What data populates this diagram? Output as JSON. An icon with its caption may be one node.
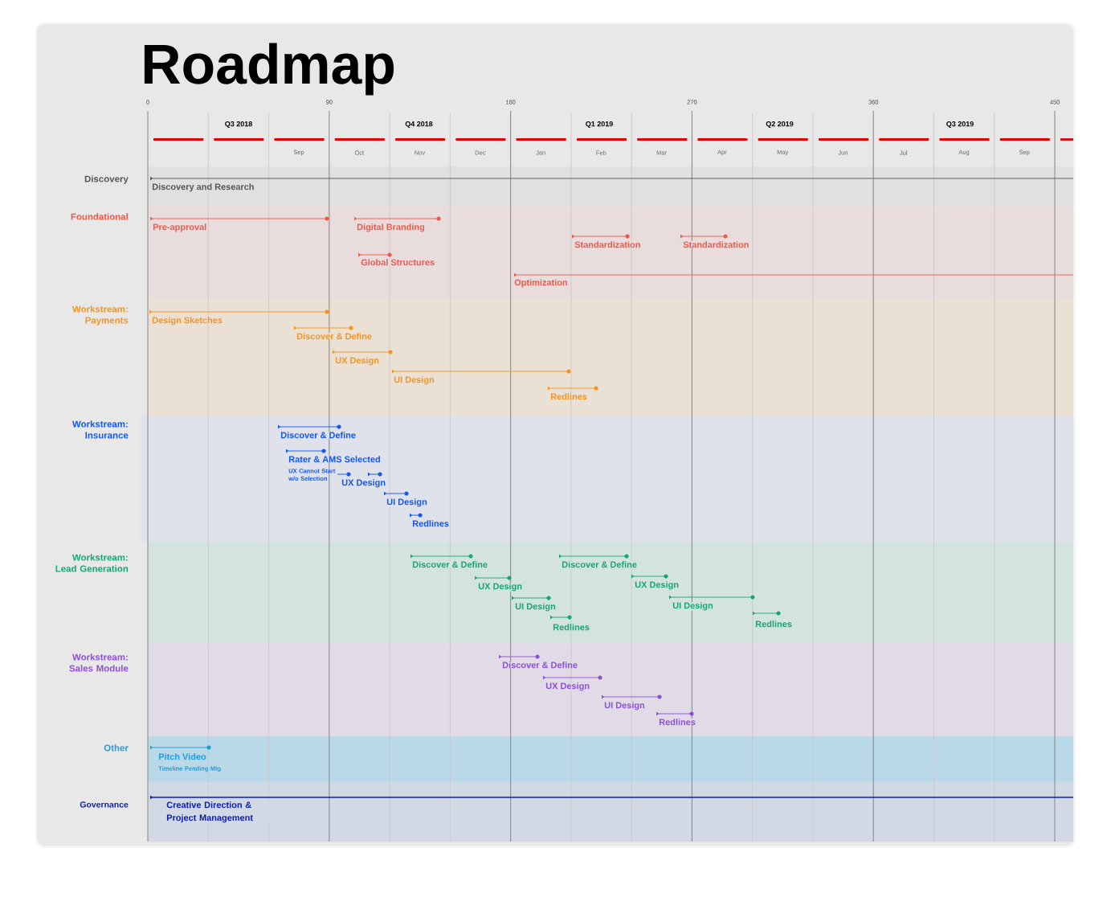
{
  "diagram": {
    "title": "Roadmap",
    "nodes": [
      {
        "text": [
          "Discovery"
        ]
      },
      {
        "text": [
          "Discovery and Research"
        ],
        "in": 0
      },
      {
        "text": [
          "Foundational"
        ]
      },
      {
        "text": [
          "Pre-approval"
        ],
        "in": 2
      },
      {
        "text": [
          "Digital Branding"
        ],
        "in": 2
      },
      {
        "text": [
          "Standardization"
        ],
        "in": 2
      },
      {
        "text": [
          "Standardization"
        ],
        "in": 2
      },
      {
        "text": [
          "Global Structures"
        ],
        "in": 2
      },
      {
        "text": [
          "Optimization"
        ],
        "in": 2
      },
      {
        "text": [
          "Workstream: Payments"
        ]
      },
      {
        "text": [
          "Design Sketches"
        ],
        "in": 9
      },
      {
        "text": [
          "Discover & Define"
        ],
        "in": 9
      },
      {
        "text": [
          "UX Design"
        ],
        "in": 9
      },
      {
        "text": [
          "UI Design"
        ],
        "in": 9
      },
      {
        "text": [
          "Redlines"
        ],
        "in": 9
      },
      {
        "text": [
          "Workstream: Insurance"
        ]
      },
      {
        "text": [
          "Discover & Define"
        ],
        "in": 15
      },
      {
        "text": [
          "Rater & AMS Selected"
        ],
        "in": 15,
        "beside": [
          "UX Cannot Start w/o Selection"
        ]
      },
      {
        "text": [
          "UX Design"
        ],
        "in": 15
      },
      {
        "text": [
          "UI Design"
        ],
        "in": 15
      },
      {
        "text": [
          "Redlines"
        ],
        "in": 15
      },
      {
        "text": [
          "Workstream: Lead Generation"
        ]
      },
      {
        "text": [
          "Discover & Define"
        ],
        "in": 21
      },
      {
        "text": [
          "Discover & Define"
        ],
        "in": 21
      },
      {
        "text": [
          "UX Design"
        ],
        "in": 21
      },
      {
        "text": [
          "UX Design"
        ],
        "in": 21
      },
      {
        "text": [
          "UI Design"
        ],
        "in": 21
      },
      {
        "text": [
          "UI Design"
        ],
        "in": 21
      },
      {
        "text": [
          "Redlines"
        ],
        "in": 21
      },
      {
        "text": [
          "Redlines"
        ],
        "in": 21
      },
      {
        "text": [
          "Workstream: Sales Module"
        ]
      },
      {
        "text": [
          "Discover & Define"
        ],
        "in": 30
      },
      {
        "text": [
          "UX Design"
        ],
        "in": 30
      },
      {
        "text": [
          "UI Design"
        ],
        "in": 30
      },
      {
        "text": [
          "Redlines"
        ],
        "in": 30
      },
      {
        "text": [
          "Other"
        ]
      },
      {
        "text": [
          "Pitch Video"
        ],
        "in": 35,
        "beside": [
          "Timeline Pending Mtg"
        ]
      },
      {
        "text": [
          "Governance"
        ]
      },
      {
        "text": [
          "Creative Direction & Project Management"
        ],
        "in": 37
      }
    ],
    "labels": [
      "0",
      "90",
      "180",
      "270",
      "360",
      "450",
      "Q3 2018",
      "Q4 2018",
      "Q1 2019",
      "Q2 2019",
      "Q3 2019",
      "Sep",
      "Oct",
      "Nov",
      "Dec",
      "Jan",
      "Feb",
      "Mar",
      "Apr",
      "May",
      "Jun",
      "Jul",
      "Aug",
      "Sep"
    ]
  }
}
